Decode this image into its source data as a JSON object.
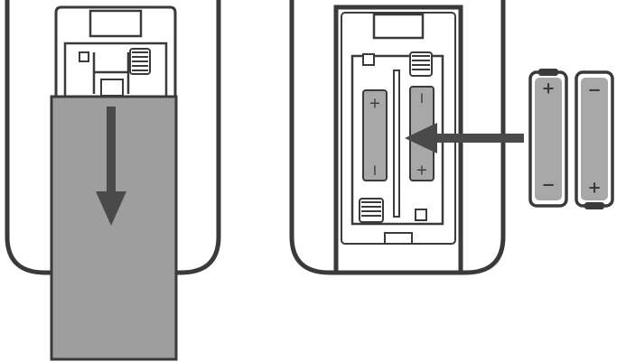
{
  "figure": {
    "steps": [
      {
        "id": "open-cover",
        "action": "slide-cover-down"
      },
      {
        "id": "insert-batteries",
        "action": "insert-batteries-into-compartment"
      }
    ],
    "compartment_marks": {
      "slot_left_top": "+",
      "slot_left_bottom": "I",
      "slot_right_top": "I",
      "slot_right_bottom": "+"
    },
    "batteries": [
      {
        "top_symbol": "+",
        "bottom_symbol": "−"
      },
      {
        "top_symbol": "−",
        "bottom_symbol": "+"
      }
    ],
    "colors": {
      "outline": "#3a3a3a",
      "cover_fill": "#9e9e9e",
      "arrow": "#4a4a4a",
      "battery_fill": "#a8a8a8",
      "compartment_fill": "#ffffff"
    },
    "icons": [
      "down-arrow-icon",
      "left-arrow-icon",
      "spring-icon",
      "battery-icon"
    ]
  }
}
